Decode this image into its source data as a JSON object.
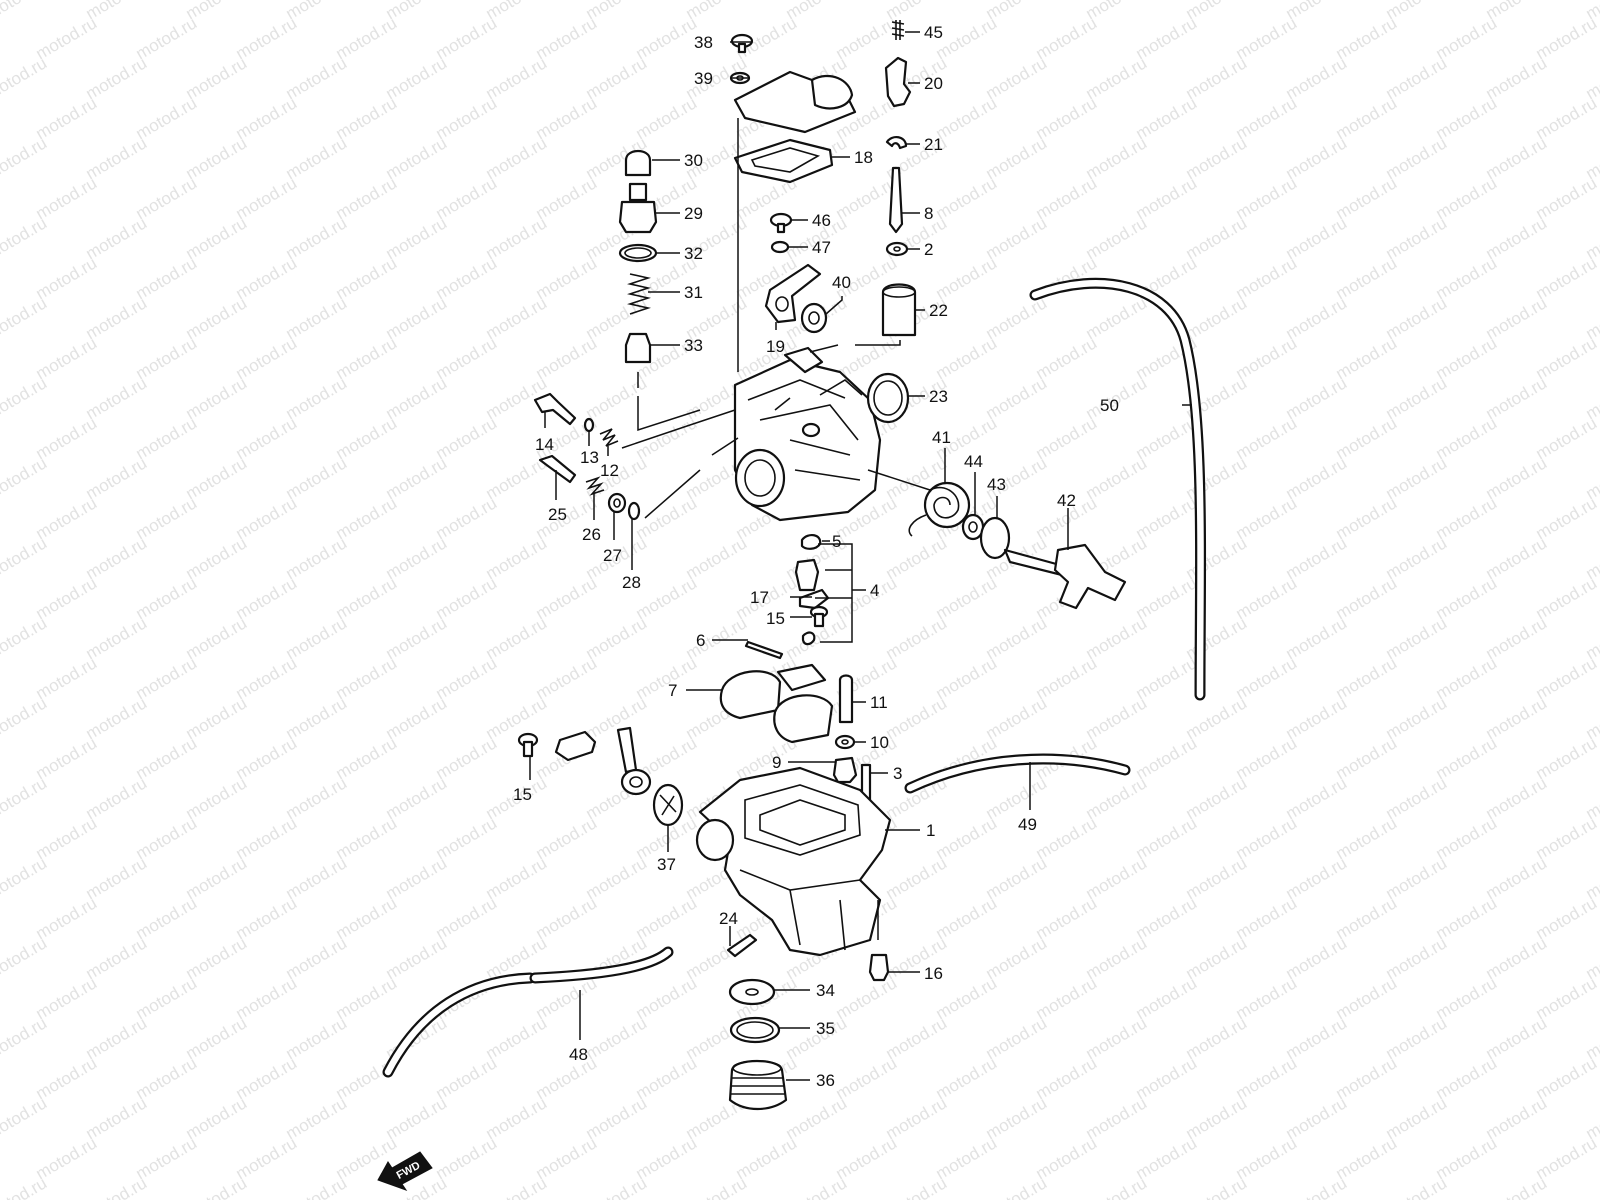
{
  "watermark": "motod.ru",
  "forward_badge": "FWD",
  "parts": {
    "p1": "1",
    "p2": "2",
    "p3": "3",
    "p4": "4",
    "p5": "5",
    "p6": "6",
    "p7": "7",
    "p8": "8",
    "p9": "9",
    "p10": "10",
    "p11": "11",
    "p12": "12",
    "p13": "13",
    "p14": "14",
    "p15a": "15",
    "p15b": "15",
    "p16": "16",
    "p17": "17",
    "p18": "18",
    "p19": "19",
    "p20": "20",
    "p21": "21",
    "p22": "22",
    "p23": "23",
    "p24": "24",
    "p25": "25",
    "p26": "26",
    "p27": "27",
    "p28": "28",
    "p29": "29",
    "p30": "30",
    "p31": "31",
    "p32": "32",
    "p33": "33",
    "p34": "34",
    "p35": "35",
    "p36": "36",
    "p37": "37",
    "p38": "38",
    "p39": "39",
    "p40": "40",
    "p41": "41",
    "p42": "42",
    "p43": "43",
    "p44": "44",
    "p45": "45",
    "p46": "46",
    "p47": "47",
    "p48": "48",
    "p49": "49",
    "p50": "50"
  },
  "colors": {
    "line": "#111111",
    "watermark": "#e2e2e2",
    "background": "#ffffff"
  }
}
